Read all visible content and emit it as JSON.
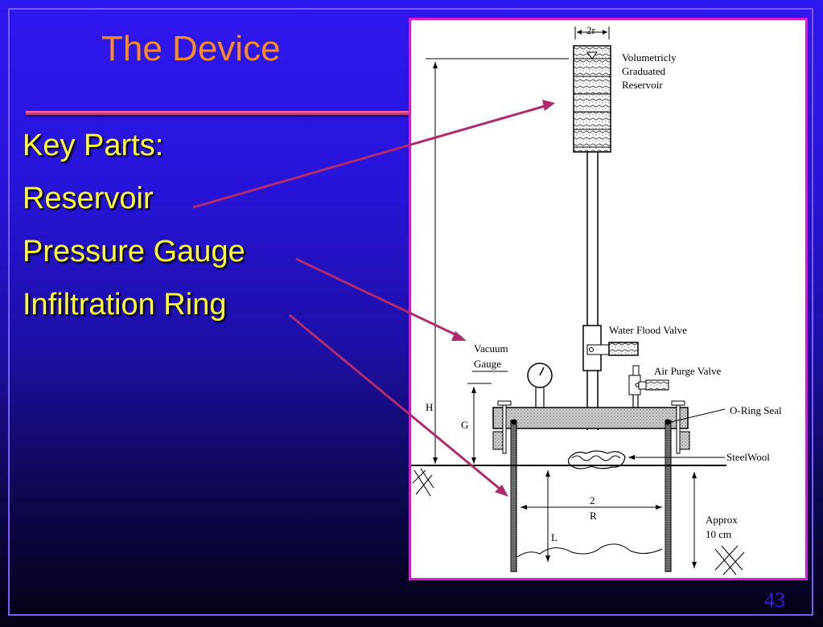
{
  "slide": {
    "title": "The Device",
    "bullets": [
      "Key Parts:",
      "Reservoir",
      "Pressure Gauge",
      "Infiltration Ring"
    ],
    "page_number": "43",
    "colors": {
      "title": "#ff8a1e",
      "bullets": "#ffff2a",
      "arrows": "#b02a6e",
      "figure_border": "#d81ad8"
    }
  },
  "diagram": {
    "labels": {
      "two_r_small": "2r",
      "reservoir": [
        "Volumetricly",
        "Graduated",
        "Reservoir"
      ],
      "water_flood_valve": "Water Flood Valve",
      "vacuum_gauge": [
        "Vacuum",
        "Gauge"
      ],
      "air_purge_valve": "Air Purge Valve",
      "o_ring_seal": "O-Ring Seal",
      "steel_wool": "SteelWool",
      "h": "H",
      "g": "G",
      "two_r_big": [
        "2",
        "R"
      ],
      "l": "L",
      "approx": [
        "Approx",
        "10 cm"
      ]
    }
  }
}
